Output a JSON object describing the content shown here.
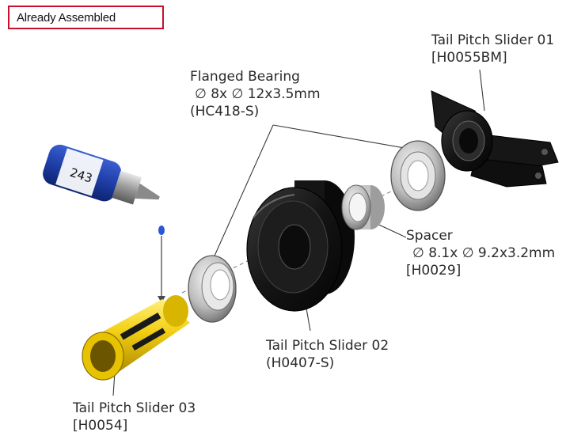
{
  "badge": {
    "text": "Already Assembled",
    "color": "#c8102e"
  },
  "parts": {
    "tail_pitch_slider_01": {
      "name": "Tail Pitch Slider 01",
      "code": "[H0055BM]"
    },
    "flanged_bearing": {
      "name": "Flanged Bearing",
      "size": "∅ 8x ∅ 12x3.5mm",
      "code": "(HC418-S)"
    },
    "spacer": {
      "name": "Spacer",
      "size": "∅ 8.1x ∅ 9.2x3.2mm",
      "code": "[H0029]"
    },
    "tail_pitch_slider_02": {
      "name": "Tail Pitch Slider 02",
      "code": "(H0407-S)"
    },
    "tail_pitch_slider_03": {
      "name": "Tail Pitch Slider 03",
      "code": "[H0054]"
    },
    "threadlocker": {
      "label": "243",
      "body_color": "#1f3fa8",
      "drop_color": "#2a57d6"
    }
  },
  "colors": {
    "part_black": "#121212",
    "part_yellow": "#f2cf12",
    "metal": "#cfcfcf",
    "leader_line": "#3a3a3a"
  }
}
